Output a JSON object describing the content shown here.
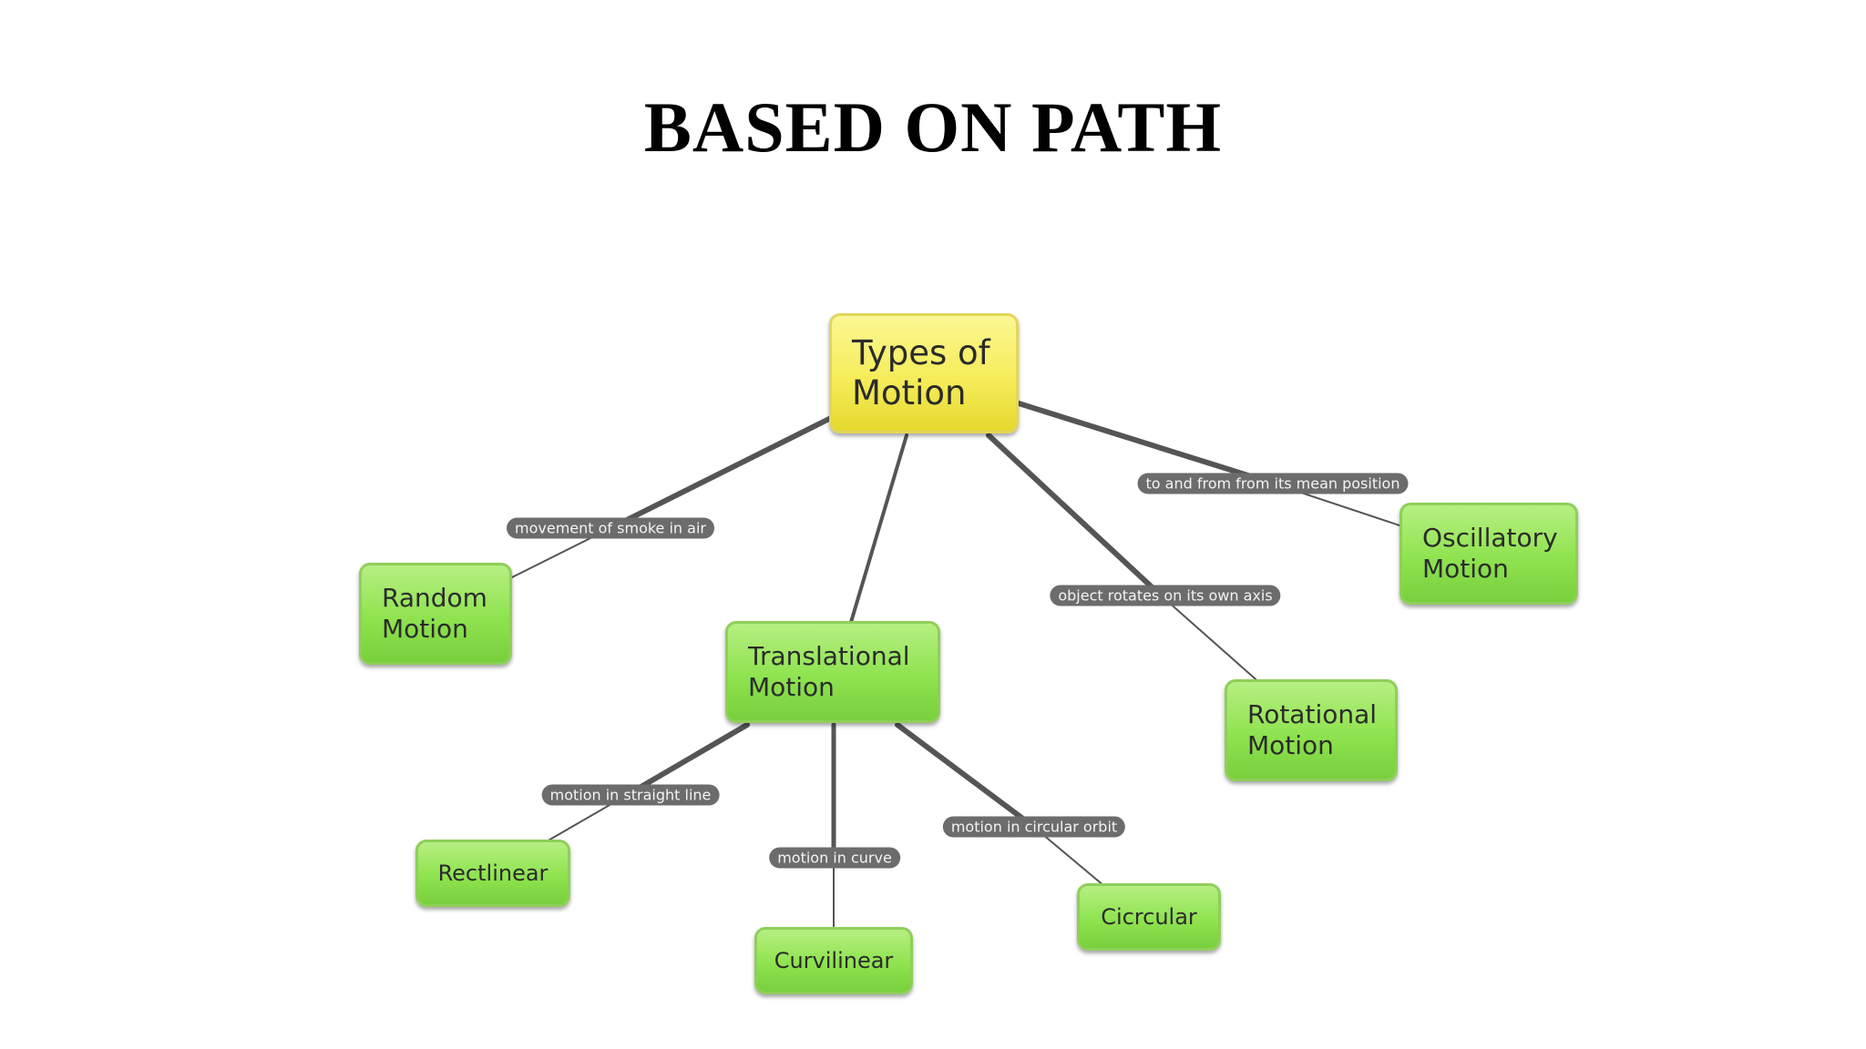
{
  "title": "BASED ON PATH",
  "nodes": {
    "types_of_motion": "Types of\nMotion",
    "random": "Random\nMotion",
    "translational": "Translational\nMotion",
    "rotational": "Rotational\nMotion",
    "oscillatory": "Oscillatory\nMotion",
    "rectilinear": "Rectlinear",
    "curvilinear": "Curvilinear",
    "circular": "Cicrcular"
  },
  "links": {
    "random": "movement of smoke in air",
    "oscillatory": "to and from from its mean position",
    "rotational": "object rotates on  its own axis",
    "rectilinear": "motion in straight line",
    "curvilinear": "motion in curve",
    "circular": "motion in circular orbit"
  },
  "colors": {
    "root_node": "#f5ec5a",
    "child_node": "#8fe34f",
    "link_label_bg": "#6c6c6c",
    "connector": "#555555"
  }
}
